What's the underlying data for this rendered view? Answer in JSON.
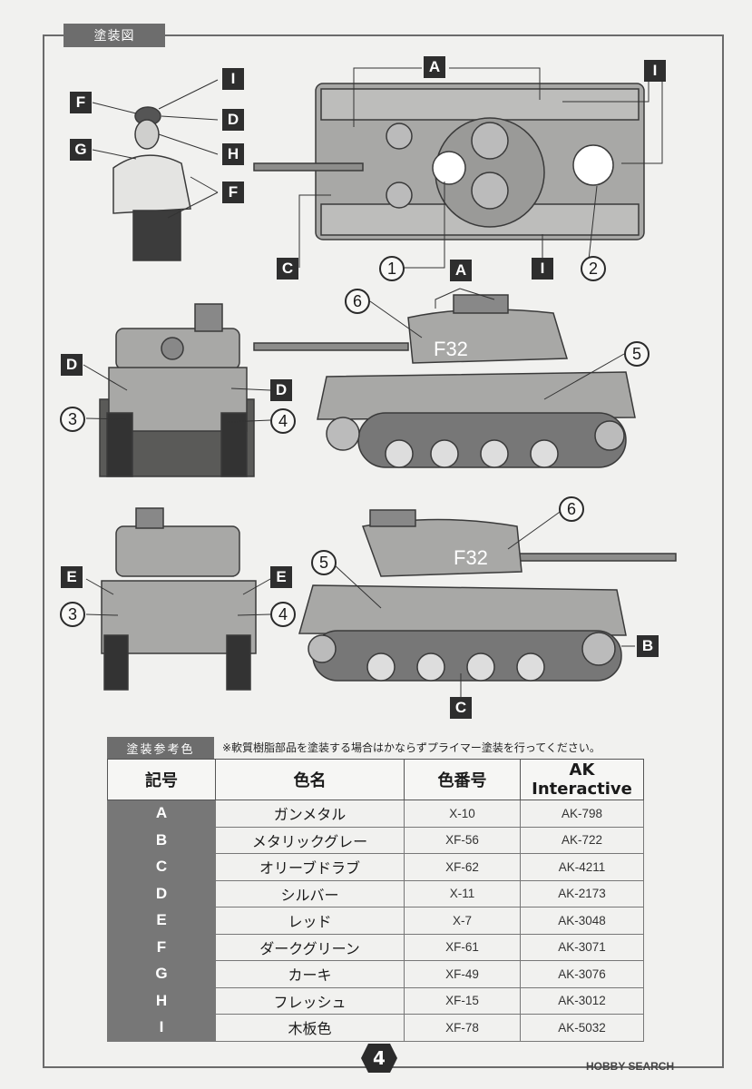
{
  "header": {
    "title": "塗装図"
  },
  "labels": {
    "A": "A",
    "B": "B",
    "C": "C",
    "D": "D",
    "E": "E",
    "F": "F",
    "G": "G",
    "H": "H",
    "I": "I",
    "n1": "1",
    "n2": "2",
    "n3": "3",
    "n4": "4",
    "n5": "5",
    "n6": "6"
  },
  "markings": {
    "turret_code": "F32"
  },
  "table": {
    "title": "塗装参考色",
    "note": "※軟質樹脂部品を塗装する場合はかならずプライマー塗装を行ってください。",
    "headers": [
      "記号",
      "色名",
      "色番号",
      "AK Interactive"
    ],
    "rows": [
      {
        "code": "A",
        "name": "ガンメタル",
        "number": "X-10",
        "ak": "AK-798"
      },
      {
        "code": "B",
        "name": "メタリックグレー",
        "number": "XF-56",
        "ak": "AK-722"
      },
      {
        "code": "C",
        "name": "オリーブドラブ",
        "number": "XF-62",
        "ak": "AK-4211"
      },
      {
        "code": "D",
        "name": "シルバー",
        "number": "X-11",
        "ak": "AK-2173"
      },
      {
        "code": "E",
        "name": "レッド",
        "number": "X-7",
        "ak": "AK-3048"
      },
      {
        "code": "F",
        "name": "ダークグリーン",
        "number": "XF-61",
        "ak": "AK-3071"
      },
      {
        "code": "G",
        "name": "カーキ",
        "number": "XF-49",
        "ak": "AK-3076"
      },
      {
        "code": "H",
        "name": "フレッシュ",
        "number": "XF-15",
        "ak": "AK-3012"
      },
      {
        "code": "I",
        "name": "木板色",
        "number": "XF-78",
        "ak": "AK-5032"
      }
    ]
  },
  "page_number": "4",
  "watermark": "HOBBY SEARCH"
}
